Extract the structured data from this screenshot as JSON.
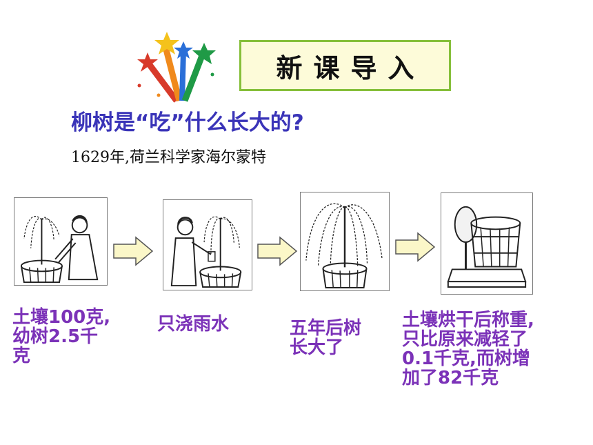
{
  "header": {
    "title": "新课导入",
    "decoration_icon": "star-burst-icon"
  },
  "question": "柳树是“吃”什么长大的?",
  "intro": "1629年,荷兰科学家海尔蒙特",
  "steps": [
    {
      "caption_lines": [
        "土壤100克,",
        "幼树2.5千",
        "克"
      ]
    },
    {
      "caption_lines": [
        "只浇雨水"
      ]
    },
    {
      "caption_lines": [
        "五年后树",
        "长大了"
      ]
    },
    {
      "caption_lines": [
        "土壤烘干后称重,",
        "只比原来减轻了",
        "0.1千克,而树增",
        "加了82千克"
      ]
    }
  ],
  "colors": {
    "title_bg": "#fdfbd9",
    "title_border": "#86bf3a",
    "question": "#3a34b8",
    "caption": "#7b32b8",
    "arrow_fill": "#fbf7c8"
  }
}
